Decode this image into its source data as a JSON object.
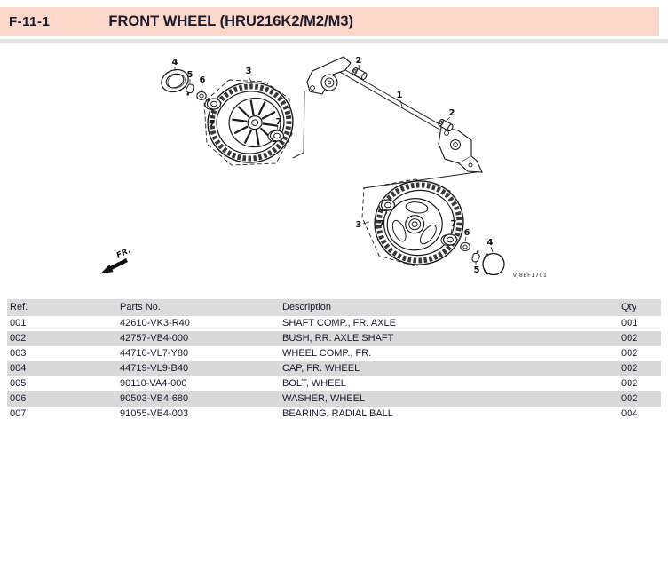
{
  "header": {
    "section_code": "F-11-1",
    "title": "FRONT WHEEL (HRU216K2/M2/M3)"
  },
  "diagram": {
    "fr_label": "FR.",
    "drawing_code": "VJ8BF1701",
    "labels": {
      "n1": "1",
      "n2": "2",
      "n3": "3",
      "n4": "4",
      "n5": "5",
      "n6": "6",
      "n7": "7"
    }
  },
  "table": {
    "columns": {
      "ref": "Ref.",
      "part": "Parts No.",
      "desc": "Description",
      "qty": "Qty"
    },
    "rows": [
      {
        "ref": "001",
        "part": "42610-VK3-R40",
        "desc": "SHAFT COMP., FR. AXLE",
        "qty": "001"
      },
      {
        "ref": "002",
        "part": "42757-VB4-000",
        "desc": "BUSH, RR. AXLE SHAFT",
        "qty": "002"
      },
      {
        "ref": "003",
        "part": "44710-VL7-Y80",
        "desc": "WHEEL COMP., FR.",
        "qty": "002"
      },
      {
        "ref": "004",
        "part": "44719-VL9-B40",
        "desc": "CAP, FR. WHEEL",
        "qty": "002"
      },
      {
        "ref": "005",
        "part": "90110-VA4-000",
        "desc": "BOLT, WHEEL",
        "qty": "002"
      },
      {
        "ref": "006",
        "part": "90503-VB4-680",
        "desc": "WASHER, WHEEL",
        "qty": "002"
      },
      {
        "ref": "007",
        "part": "91055-VB4-003",
        "desc": "BEARING, RADIAL BALL",
        "qty": "004"
      }
    ]
  },
  "colors": {
    "header_bg": "#fcd7ca",
    "divider": "#e1e1e1",
    "table_header_bg": "#dcdcdc",
    "row_alt_bg": "#d9d9d9",
    "text": "#1a1a2e"
  }
}
